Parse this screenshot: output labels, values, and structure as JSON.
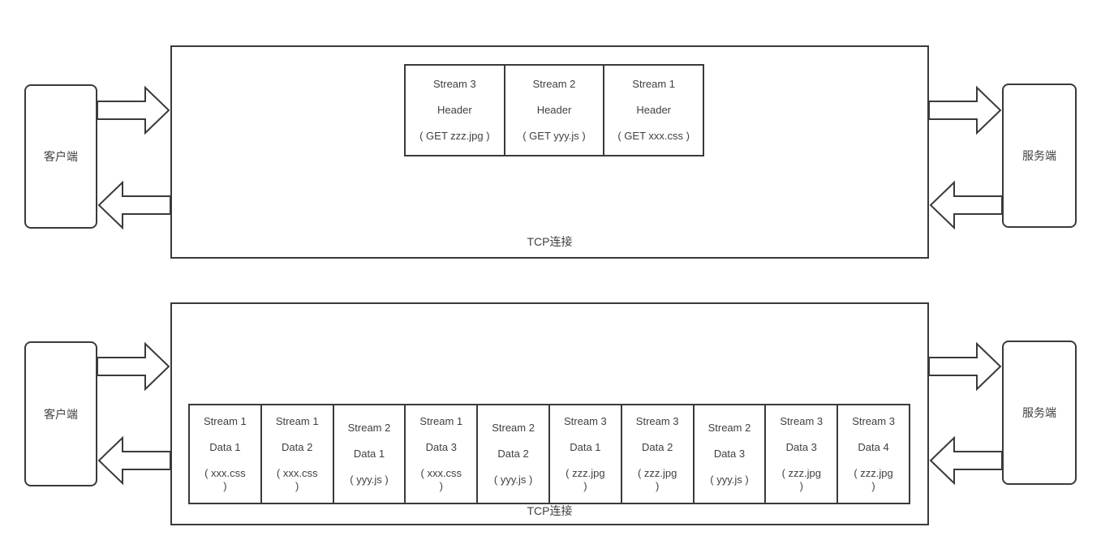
{
  "colors": {
    "line": "#3a3a3a",
    "text": "#404040",
    "background": "#ffffff"
  },
  "top_connection": {
    "client_label": "客户端",
    "server_label": "服务端",
    "tcp_label": "TCP连接",
    "frames": [
      {
        "stream": "Stream 3",
        "kind": "Header",
        "payload": "( GET zzz.jpg )"
      },
      {
        "stream": "Stream 2",
        "kind": "Header",
        "payload": "( GET yyy.js )"
      },
      {
        "stream": "Stream 1",
        "kind": "Header",
        "payload": "( GET xxx.css )"
      }
    ]
  },
  "bottom_connection": {
    "client_label": "客户端",
    "server_label": "服务端",
    "tcp_label": "TCP连接",
    "frames": [
      {
        "stream": "Stream 1",
        "kind": "Data 1",
        "payload": "( xxx.css )"
      },
      {
        "stream": "Stream 1",
        "kind": "Data 2",
        "payload": "( xxx.css )"
      },
      {
        "stream": "Stream 2",
        "kind": "Data 1",
        "payload": "( yyy.js )"
      },
      {
        "stream": "Stream 1",
        "kind": "Data 3",
        "payload": "( xxx.css )"
      },
      {
        "stream": "Stream 2",
        "kind": "Data 2",
        "payload": "( yyy.js )"
      },
      {
        "stream": "Stream 3",
        "kind": "Data 1",
        "payload": "( zzz.jpg )"
      },
      {
        "stream": "Stream 3",
        "kind": "Data 2",
        "payload": "( zzz.jpg )"
      },
      {
        "stream": "Stream 2",
        "kind": "Data 3",
        "payload": "( yyy.js )"
      },
      {
        "stream": "Stream 3",
        "kind": "Data 3",
        "payload": "( zzz.jpg )"
      },
      {
        "stream": "Stream 3",
        "kind": "Data 4",
        "payload": "( zzz.jpg )"
      }
    ]
  }
}
